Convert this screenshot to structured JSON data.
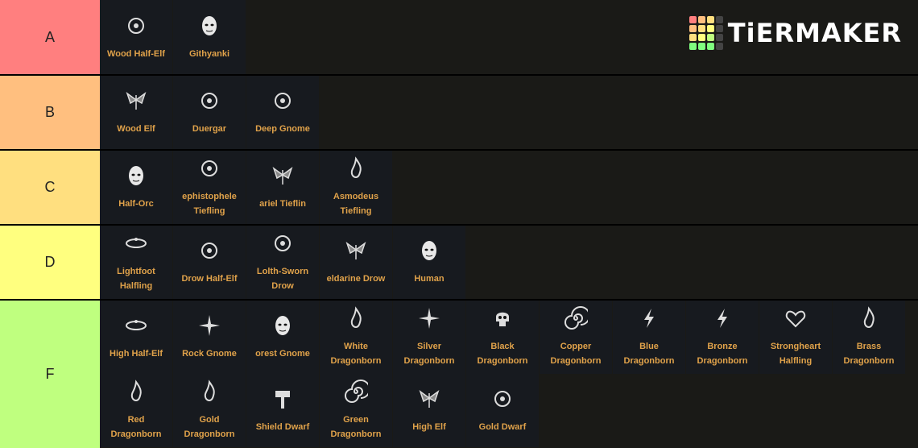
{
  "logo": {
    "text": "TiERMAKER",
    "grid_colors": [
      "#ff7f7f",
      "#ffbf7f",
      "#ffdf7f",
      "#444444",
      "#ffbf7f",
      "#ffdf7f",
      "#ffff7f",
      "#444444",
      "#ffdf7f",
      "#ffff7f",
      "#bfff7f",
      "#444444",
      "#7fff7f",
      "#7fff7f",
      "#7fff7f",
      "#444444"
    ]
  },
  "tiers": [
    {
      "label": "A",
      "color": "#ff7f7f",
      "items": [
        {
          "name": "Wood Half-Elf",
          "icon": "leaf-hand-icon"
        },
        {
          "name": "Githyanki",
          "icon": "githyanki-face-icon"
        }
      ]
    },
    {
      "label": "B",
      "color": "#ffbf7f",
      "items": [
        {
          "name": "Wood Elf",
          "icon": "antler-icon"
        },
        {
          "name": "Duergar",
          "icon": "dwarf-helm-icon"
        },
        {
          "name": "Deep Gnome",
          "icon": "gnome-crystal-icon"
        }
      ]
    },
    {
      "label": "C",
      "color": "#ffdf7f",
      "items": [
        {
          "name": "Half-Orc",
          "icon": "orc-face-icon"
        },
        {
          "name": "Mephistopheles Tiefling",
          "display": "ephistophele\nTiefling",
          "icon": "sigil-icon"
        },
        {
          "name": "Zariel Tiefling",
          "display": "ariel Tieflin",
          "icon": "wing-helm-icon"
        },
        {
          "name": "Asmodeus Tiefling",
          "icon": "flame-sigil-icon"
        }
      ]
    },
    {
      "label": "D",
      "color": "#ffff7f",
      "items": [
        {
          "name": "Lightfoot Halfling",
          "icon": "halfling-ring-icon"
        },
        {
          "name": "Drow Half-Elf",
          "icon": "drow-sigil-icon"
        },
        {
          "name": "Lolth-Sworn Drow",
          "icon": "spider-icon"
        },
        {
          "name": "Seldarine Drow",
          "display": "eldarine Drow",
          "icon": "winged-star-icon"
        },
        {
          "name": "Human",
          "icon": "human-face-icon"
        }
      ]
    },
    {
      "label": "F",
      "color": "#bfff7f",
      "items": [
        {
          "name": "High Half-Elf",
          "icon": "circlet-icon"
        },
        {
          "name": "Rock Gnome",
          "icon": "gear-star-icon"
        },
        {
          "name": "Forest Gnome",
          "display": "orest Gnome",
          "icon": "gnome-face-icon"
        },
        {
          "name": "White Dragonborn",
          "icon": "white-claw-icon"
        },
        {
          "name": "Silver Dragonborn",
          "icon": "silver-star-icon"
        },
        {
          "name": "Black Dragonborn",
          "icon": "skull-icon"
        },
        {
          "name": "Copper Dragonborn",
          "icon": "swirl-eye-icon"
        },
        {
          "name": "Blue Dragonborn",
          "icon": "lightning-icon"
        },
        {
          "name": "Bronze Dragonborn",
          "icon": "bronze-claw-icon"
        },
        {
          "name": "Strongheart Halfling",
          "icon": "heart-icon"
        },
        {
          "name": "Brass Dragonborn",
          "icon": "brass-flame-icon"
        },
        {
          "name": "Red Dragonborn",
          "icon": "red-fire-icon"
        },
        {
          "name": "Gold Dragonborn",
          "icon": "gold-flame-icon"
        },
        {
          "name": "Shield Dwarf",
          "icon": "hammer-icon"
        },
        {
          "name": "Green Dragonborn",
          "icon": "spiral-icon"
        },
        {
          "name": "High Elf",
          "icon": "elf-crown-icon"
        },
        {
          "name": "Gold Dwarf",
          "icon": "dwarf-helmet-icon"
        }
      ]
    }
  ]
}
